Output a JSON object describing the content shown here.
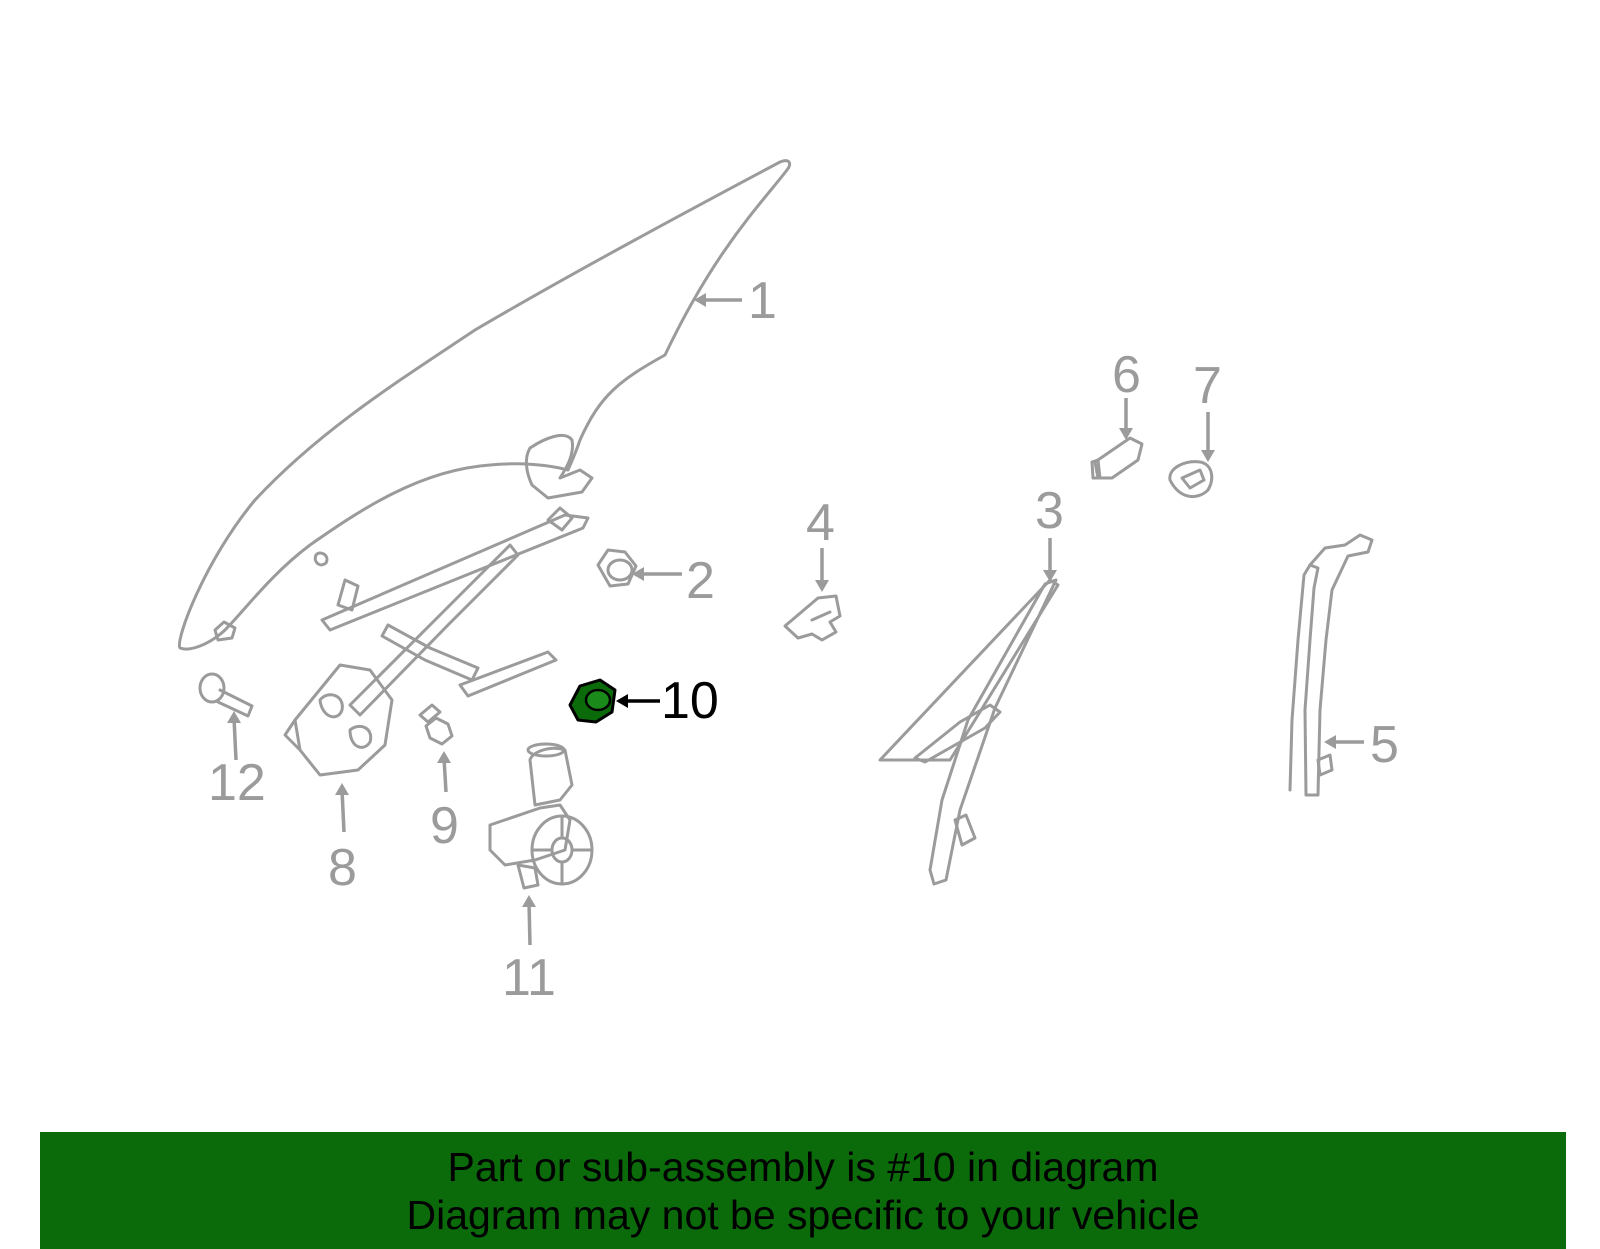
{
  "callouts": {
    "c1": "1",
    "c2": "2",
    "c3": "3",
    "c4": "4",
    "c5": "5",
    "c6": "6",
    "c7": "7",
    "c8": "8",
    "c9": "9",
    "c10": "10",
    "c11": "11",
    "c12": "12"
  },
  "highlighted_part": "10",
  "colors": {
    "highlight": "#0b6b0b",
    "part_outline": "#9b9b9b",
    "footer_bg": "#0b6b0b"
  },
  "footer": {
    "line1": "Part or sub-assembly is #10 in diagram",
    "line2": "Diagram may not be specific to your vehicle"
  }
}
